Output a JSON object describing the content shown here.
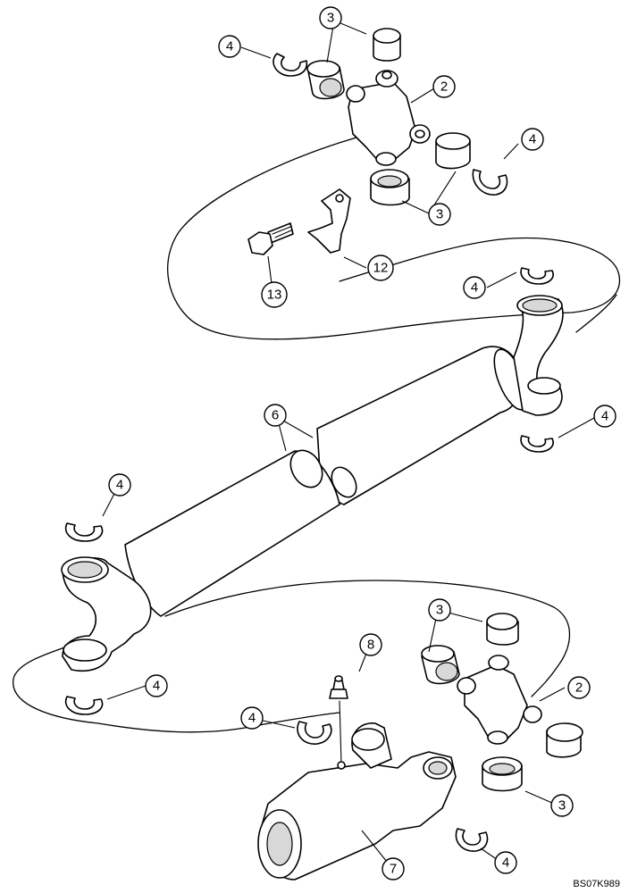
{
  "drawing_code": "BS07K989",
  "callouts": {
    "c1": "3",
    "c2": "4",
    "c3": "2",
    "c4": "4",
    "c5": "3",
    "c6": "12",
    "c7": "13",
    "c8": "4",
    "c9": "6",
    "c10": "4",
    "c11": "4",
    "c12": "3",
    "c13": "8",
    "c14": "4",
    "c15": "2",
    "c16": "4",
    "c17": "3",
    "c18": "4",
    "c19": "7"
  },
  "parts": [
    "cross-and-bearing-kit",
    "bearing-cup",
    "snap-ring",
    "drive-shaft",
    "grease-fitting",
    "splined-yoke",
    "strap",
    "bolt"
  ]
}
